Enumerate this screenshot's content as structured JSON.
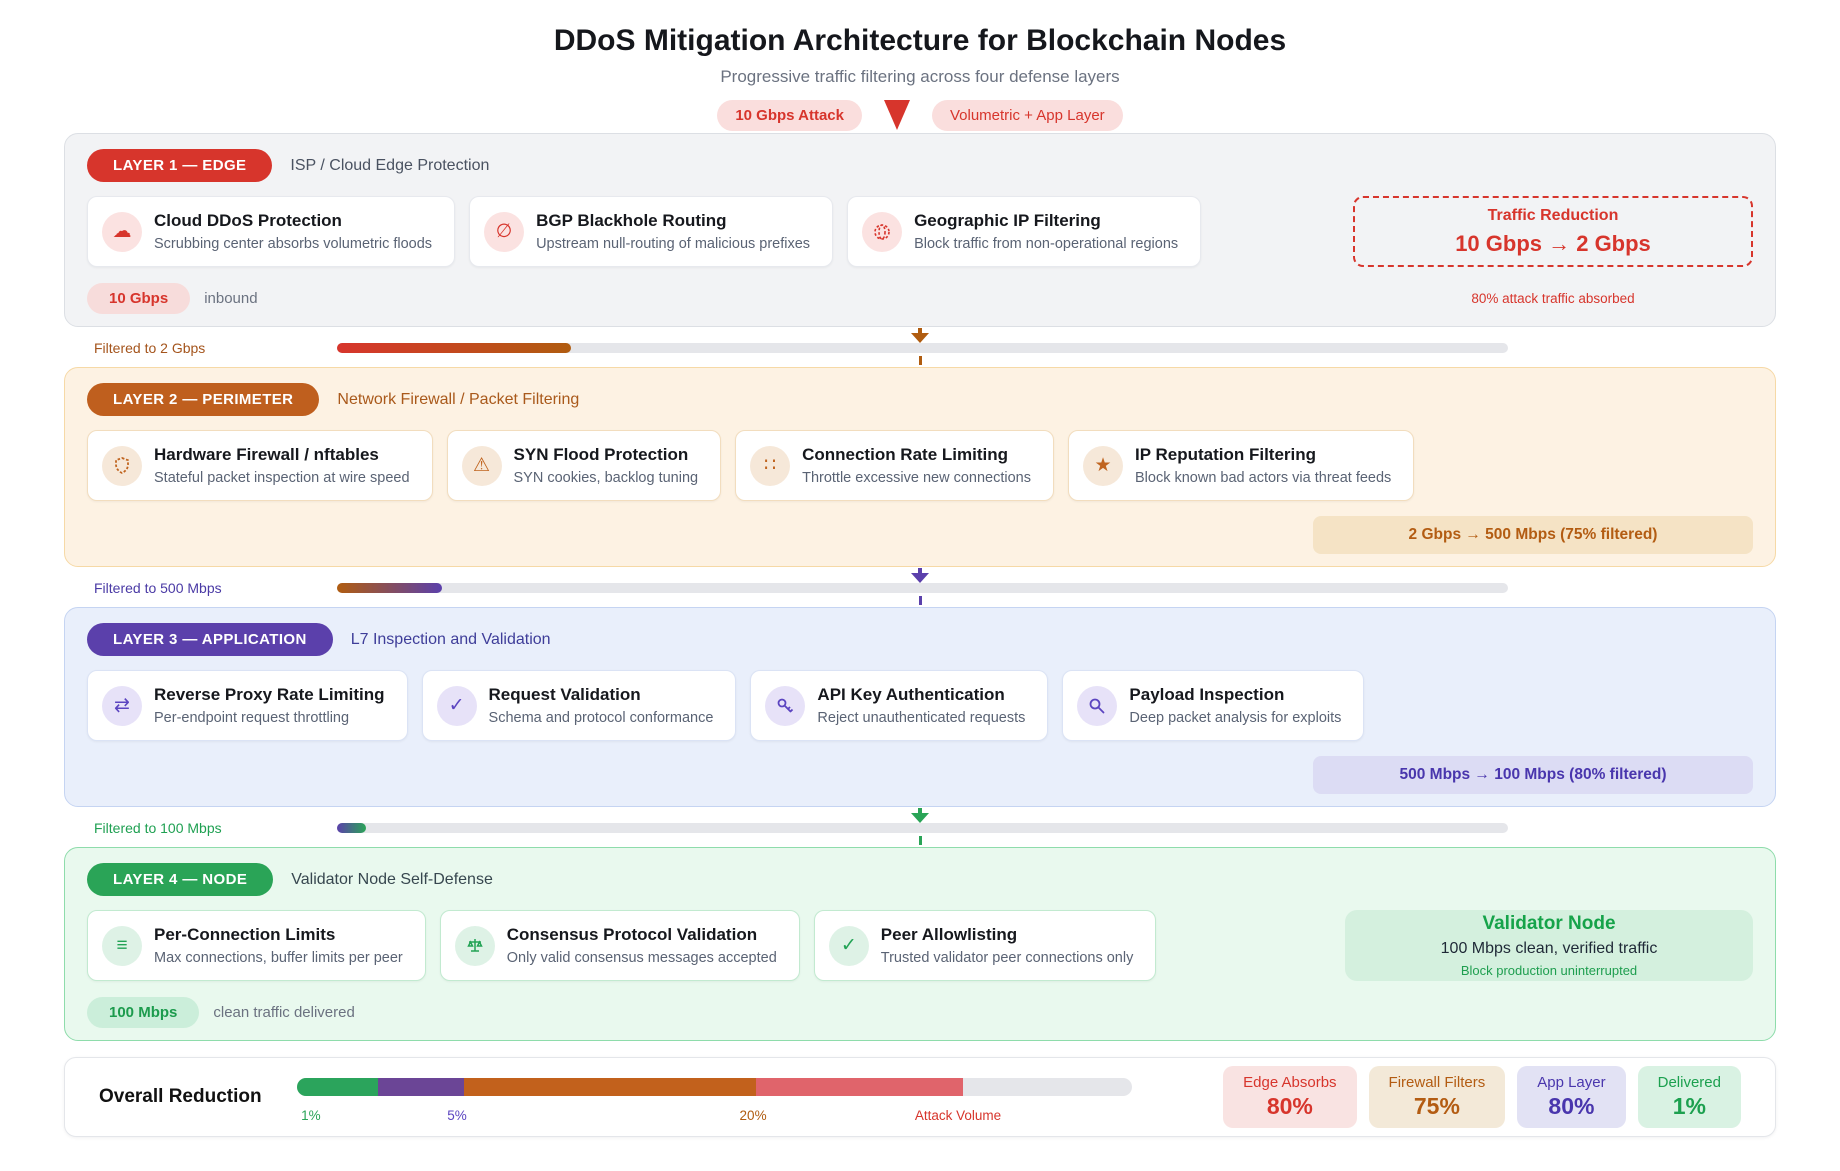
{
  "header": {
    "title": "DDoS Mitigation Architecture for Blockchain Nodes",
    "subtitle": "Progressive traffic filtering across four defense layers",
    "attack_badge": "10 Gbps Attack",
    "attack_type_badge": "Volumetric + App Layer"
  },
  "icons": {
    "cloud": "☁",
    "null_route": "∅",
    "warning": "⚠",
    "dots": "∷",
    "star": "★",
    "swap": "⇄",
    "check": "✓",
    "list": "≡",
    "check_circle": "✓"
  },
  "layer1": {
    "pill": "LAYER 1 — EDGE",
    "subtitle": "ISP / Cloud Edge Protection",
    "accent": "#d7352c",
    "cards": [
      {
        "icon": "cloud-icon",
        "title": "Cloud DDoS Protection",
        "desc": "Scrubbing center absorbs volumetric floods"
      },
      {
        "icon": "null-route-icon",
        "title": "BGP Blackhole Routing",
        "desc": "Upstream null-routing of malicious prefixes"
      },
      {
        "icon": "globe-icon",
        "title": "Geographic IP Filtering",
        "desc": "Block traffic from non-operational regions"
      }
    ],
    "reduction_title": "Traffic Reduction",
    "reduction_value": "10 Gbps → 2 Gbps",
    "flow_badge": "10 Gbps",
    "flow_label": "inbound",
    "note": "80% attack traffic absorbed"
  },
  "transition1": {
    "label": "Filtered to 2 Gbps",
    "fill_percent": 20,
    "fill_css": "linear-gradient(90deg,#d7352c,#b05c10)"
  },
  "layer2": {
    "pill": "LAYER 2 — PERIMETER",
    "subtitle": "Network Firewall / Packet Filtering",
    "accent": "#bf5f1e",
    "cards": [
      {
        "icon": "shield-icon",
        "title": "Hardware Firewall / nftables",
        "desc": "Stateful packet inspection at wire speed"
      },
      {
        "icon": "warning-icon",
        "title": "SYN Flood Protection",
        "desc": "SYN cookies, backlog tuning"
      },
      {
        "icon": "dots-icon",
        "title": "Connection Rate Limiting",
        "desc": "Throttle excessive new connections"
      },
      {
        "icon": "star-icon",
        "title": "IP Reputation Filtering",
        "desc": "Block known bad actors via threat feeds"
      }
    ],
    "badge": "2 Gbps → 500 Mbps (75% filtered)"
  },
  "transition2": {
    "label": "Filtered to 500 Mbps",
    "fill_percent": 9,
    "fill_css": "linear-gradient(90deg,#b05c10,#5b40ab)"
  },
  "layer3": {
    "pill": "LAYER 3 — APPLICATION",
    "subtitle": "L7 Inspection and Validation",
    "accent": "#5b40ab",
    "cards": [
      {
        "icon": "swap-arrows-icon",
        "title": "Reverse Proxy Rate Limiting",
        "desc": "Per-endpoint request throttling"
      },
      {
        "icon": "check-icon",
        "title": "Request Validation",
        "desc": "Schema and protocol conformance"
      },
      {
        "icon": "key-icon",
        "title": "API Key Authentication",
        "desc": "Reject unauthenticated requests"
      },
      {
        "icon": "magnifier-icon",
        "title": "Payload Inspection",
        "desc": "Deep packet analysis for exploits"
      }
    ],
    "badge": "500 Mbps → 100 Mbps (80% filtered)"
  },
  "transition3": {
    "label": "Filtered to 100 Mbps",
    "fill_percent": 2.5,
    "fill_css": "linear-gradient(90deg,#5b40ab,#2aa457)"
  },
  "layer4": {
    "pill": "LAYER 4 — NODE",
    "subtitle": "Validator Node Self-Defense",
    "accent": "#2aa457",
    "cards": [
      {
        "icon": "list-icon",
        "title": "Per-Connection Limits",
        "desc": "Max connections, buffer limits per peer"
      },
      {
        "icon": "scales-icon",
        "title": "Consensus Protocol Validation",
        "desc": "Only valid consensus messages accepted"
      },
      {
        "icon": "check-circle-icon",
        "title": "Peer Allowlisting",
        "desc": "Trusted validator peer connections only"
      }
    ],
    "validator": {
      "title": "Validator Node",
      "line1": "100 Mbps clean, verified traffic",
      "line2": "Block production uninterrupted"
    },
    "flow_badge": "100 Mbps",
    "flow_label": "clean traffic delivered"
  },
  "footer": {
    "label": "Overall Reduction",
    "track_color": "#e5e6ea",
    "segments": [
      {
        "name": "delivered",
        "percent": 9.7,
        "color": "#2ba45c"
      },
      {
        "name": "app-layer",
        "percent": 10.3,
        "color": "#6b4596"
      },
      {
        "name": "firewall",
        "percent": 35,
        "color": "#c2611c"
      },
      {
        "name": "edge",
        "percent": 24.8,
        "color": "#e0646b"
      }
    ],
    "ticks": [
      {
        "text": "1%",
        "pos": 0.5,
        "color": "#2aa457"
      },
      {
        "text": "5%",
        "pos": 18,
        "color": "#5b44c0"
      },
      {
        "text": "20%",
        "pos": 53,
        "color": "#b05c10"
      },
      {
        "text": "Attack Volume",
        "pos": 74,
        "color": "#d7352c"
      }
    ],
    "stats": [
      {
        "label": "Edge Absorbs",
        "value": "80%",
        "bg": "#f9e3e2",
        "color": "#d7352c"
      },
      {
        "label": "Firewall Filters",
        "value": "75%",
        "bg": "#f3e9d8",
        "color": "#b35c12"
      },
      {
        "label": "App Layer",
        "value": "80%",
        "bg": "#e2e2f4",
        "color": "#4936ad"
      },
      {
        "label": "Delivered",
        "value": "1%",
        "bg": "#d9f2e3",
        "color": "#1ca04f"
      }
    ]
  }
}
